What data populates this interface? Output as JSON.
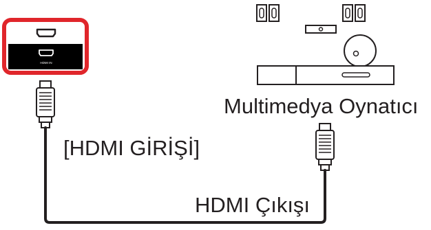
{
  "panel": {
    "port_caption": "HDMI IN",
    "highlight_color": "#e0262b",
    "panel_color": "#000000"
  },
  "labels": {
    "media_player": "Multimedya Oynatıcı",
    "hdmi_input": "[HDMI GİRİŞİ]",
    "hdmi_output": "HDMI Çıkışı"
  },
  "icons": {
    "speakers": "speaker-icon",
    "player": "media-player-icon",
    "plug": "hdmi-plug-icon",
    "port": "hdmi-port-icon"
  },
  "colors": {
    "line": "#231f20",
    "background": "#ffffff"
  }
}
